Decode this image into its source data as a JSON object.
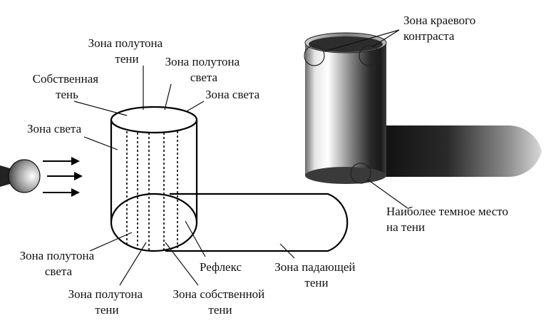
{
  "labels": {
    "zona_polutona_teni_top": [
      "Зона полутона",
      "тени"
    ],
    "zona_polutona_sveta_top": [
      "Зона полутона",
      "света"
    ],
    "sobstvennaya_ten": [
      "Собственная",
      "тень"
    ],
    "zona_sveta_right": "Зона света",
    "zona_sveta_left": "Зона света",
    "zona_polutona_sveta_bottom": [
      "Зона полутона",
      "света"
    ],
    "zona_polutona_teni_bottom": [
      "Зона полутона",
      "тени"
    ],
    "refleks": "Рефлекс",
    "zona_sobstvennoi_teni": [
      "Зона собственной",
      "тени"
    ],
    "zona_padayuschei_teni": [
      "Зона падающей",
      "тени"
    ],
    "zona_kraevogo_kontrasta": [
      "Зона краевого",
      "контраста"
    ],
    "naibolee_temnoe_mesto": [
      "Наиболее темное место",
      "на тени"
    ]
  },
  "colors": {
    "ink": "#111111",
    "cylinder_light": "#ffffff",
    "cylinder_dark": "#1a1a1a",
    "cast_shadow_dark": "#0d0d0d",
    "cast_shadow_light": "#cfcfcf"
  },
  "icons": {
    "light_source": "light-bulb-icon",
    "rays": "arrow-right-icon"
  }
}
